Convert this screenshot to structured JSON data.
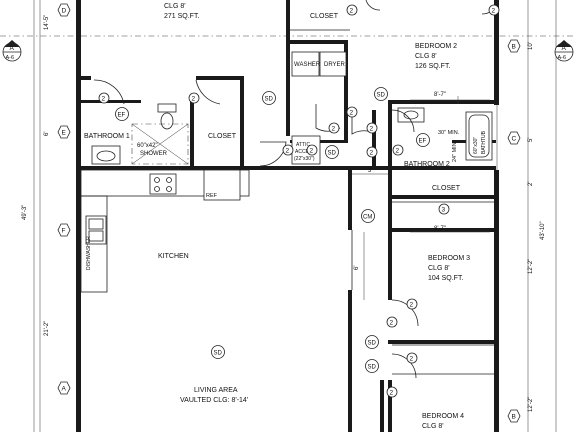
{
  "rooms": {
    "top_left": {
      "clg": "CLG 8'",
      "area": "271 SQ.FT."
    },
    "closet_top": "CLOSET",
    "bedroom2": {
      "name": "BEDROOM 2",
      "clg": "CLG 8'",
      "area": "126 SQ.FT."
    },
    "washer": "WASHER",
    "dryer": "DRYER",
    "bathroom1": "BATHROOM 1",
    "shower": {
      "size": "60\"x42\"",
      "label": "SHOWER"
    },
    "closet_mid": "CLOSET",
    "attic": {
      "line1": "ATTIC",
      "line2": "ACCESS",
      "line3": "(22\"x30\")"
    },
    "bathroom2": "BATHROOM 2",
    "bathtub": {
      "size": "60\"x30\"",
      "label": "BATHTUB"
    },
    "closet_bed3": "CLOSET",
    "kitchen": "KITCHEN",
    "ref": "REF",
    "dishwasher": "DISHWASHER",
    "bedroom3": {
      "name": "BEDROOM 3",
      "clg": "CLG 8'",
      "area": "104 SQ.FT."
    },
    "living": {
      "name": "LIVING AREA",
      "clg": "VAULTED CLG: 8'-14'"
    },
    "bedroom4": {
      "name": "BEDROOM 4",
      "clg": "CLG 8'"
    },
    "min_30": "30\" MIN.",
    "min_24": "24\" MIN."
  },
  "symbols": {
    "smoke": "SD",
    "fan": "EF",
    "medicine": "CM",
    "door": "2",
    "closet_door": "3"
  },
  "grid": {
    "a": "A",
    "b": "B",
    "c": "C",
    "d": "D",
    "e": "E",
    "f": "F"
  },
  "section": {
    "label": "A",
    "sheet": "A-6"
  },
  "dims": {
    "left_top": "14'-5\"",
    "left_e": "6'",
    "left_total": "49'-3\"",
    "left_bottom": "21'-2\"",
    "right_b": "10'",
    "right_c": "5'",
    "right_d": "2'",
    "right_e": "43'-10\"",
    "right_f": "12'-2\"",
    "right_g": "12'-2\"",
    "bath2_w": "8'-7\"",
    "bed3_w": "8'-7\"",
    "corr_w": "3'",
    "corr_h": "6'"
  }
}
